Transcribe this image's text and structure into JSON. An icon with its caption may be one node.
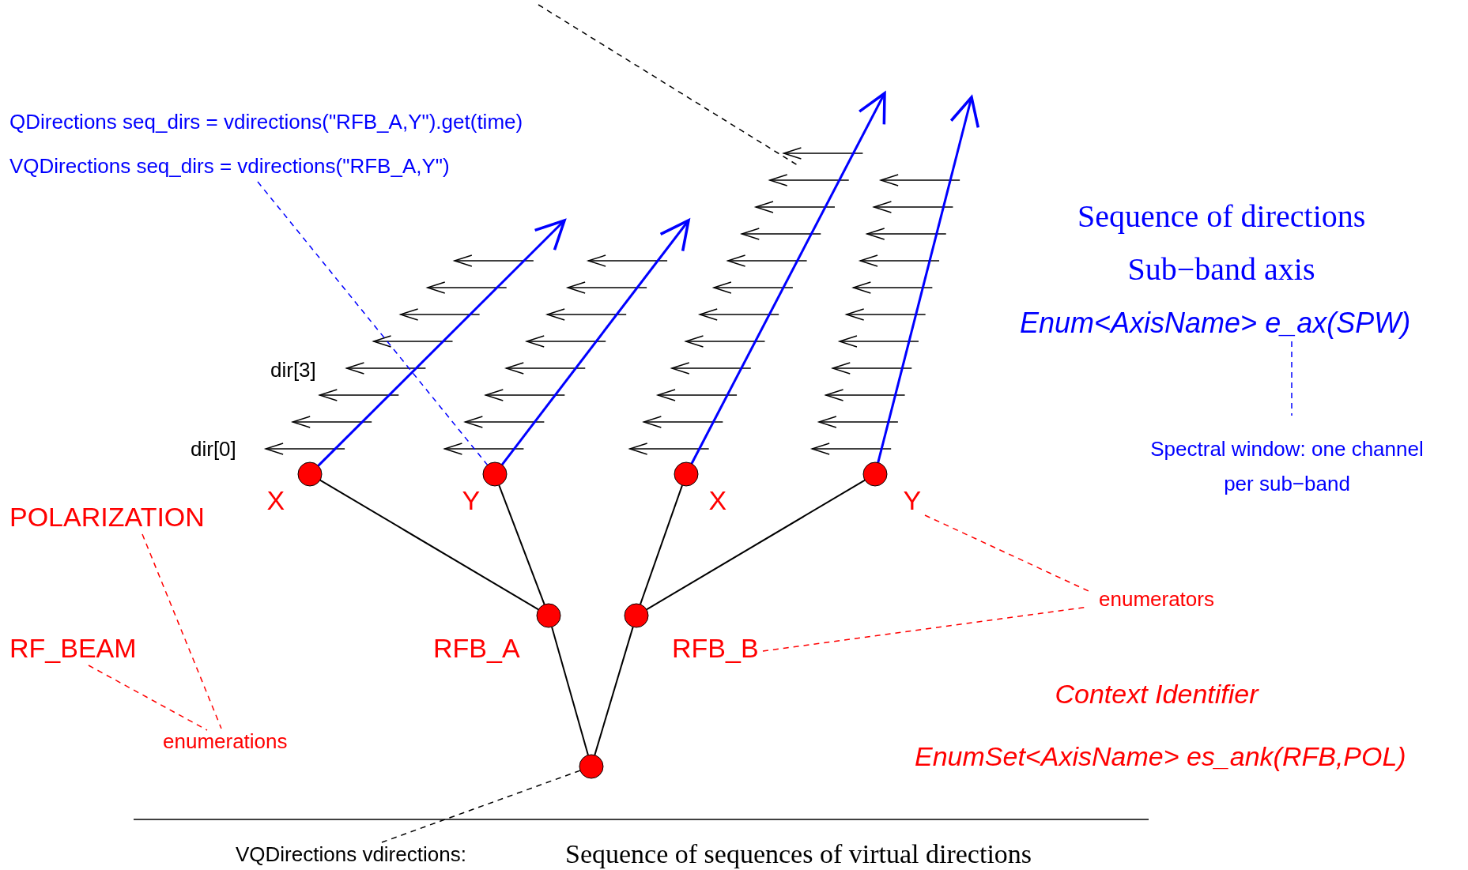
{
  "diagram": {
    "nodes": [
      {
        "text": [
          "VQDirections seq_dirs = vdirections(\"RFB_A,Y\")"
        ]
      },
      {
        "text": [
          "Enum<AxisName> e_ax(SPW)"
        ]
      },
      {
        "text": [
          "Spectral window: one channel per sub−band"
        ]
      },
      {
        "text": [
          "X"
        ]
      },
      {
        "text": [
          "Y"
        ]
      },
      {
        "text": [
          "X"
        ]
      },
      {
        "text": [
          "Y"
        ]
      },
      {
        "text": [
          "POLARIZATION"
        ]
      },
      {
        "text": [
          "enumerators"
        ]
      },
      {
        "text": [
          "RFB_A"
        ]
      },
      {
        "text": [
          "RFB_B"
        ]
      },
      {
        "text": [
          "RF_BEAM"
        ]
      },
      {
        "text": [
          "enumerations"
        ]
      },
      {
        "text": [],
        "shape": "circle"
      },
      {
        "text": [
          "VQDirections vdirections:"
        ]
      }
    ],
    "edges": [
      {
        "from": 0,
        "to": 4,
        "arrow": "none",
        "style": "dashed",
        "color": "#0000ff"
      },
      {
        "from": 1,
        "to": 2,
        "arrow": "none",
        "style": "dashed",
        "color": "#0000ff"
      },
      {
        "from": 3,
        "to": null,
        "arrow": "to",
        "color": "#0000ff"
      },
      {
        "from": 4,
        "to": null,
        "arrow": "to",
        "color": "#0000ff"
      },
      {
        "from": 5,
        "to": null,
        "arrow": "to",
        "color": "#0000ff"
      },
      {
        "from": 6,
        "to": null,
        "arrow": "to",
        "color": "#0000ff"
      },
      {
        "from": 3,
        "to": 9,
        "arrow": "none"
      },
      {
        "from": 4,
        "to": 9,
        "arrow": "none"
      },
      {
        "from": 5,
        "to": 10,
        "arrow": "none"
      },
      {
        "from": 6,
        "to": 10,
        "arrow": "none"
      },
      {
        "from": 9,
        "to": 13,
        "arrow": "none"
      },
      {
        "from": 10,
        "to": 13,
        "arrow": "none"
      },
      {
        "from": 7,
        "to": 12,
        "arrow": "none",
        "style": "dashed",
        "color": "#ff0000"
      },
      {
        "from": 11,
        "to": 12,
        "arrow": "none",
        "style": "dashed",
        "color": "#ff0000"
      },
      {
        "from": 6,
        "to": 8,
        "arrow": "none",
        "style": "dashed",
        "color": "#ff0000"
      },
      {
        "from": 10,
        "to": 8,
        "arrow": "none",
        "style": "dashed",
        "color": "#ff0000"
      },
      {
        "from": 13,
        "to": 14,
        "arrow": "none",
        "style": "dashed"
      }
    ],
    "labels": [
      "QDirections seq_dirs = vdirections(\"RFB_A,Y\").get(time)",
      "Sequence of directions",
      "Sub−band axis",
      "dir[3]",
      "dir[0]",
      "Context Identifier",
      "EnumSet<AxisName> es_ank(RFB,POL)",
      "Sequence of sequences of virtual directions"
    ]
  }
}
